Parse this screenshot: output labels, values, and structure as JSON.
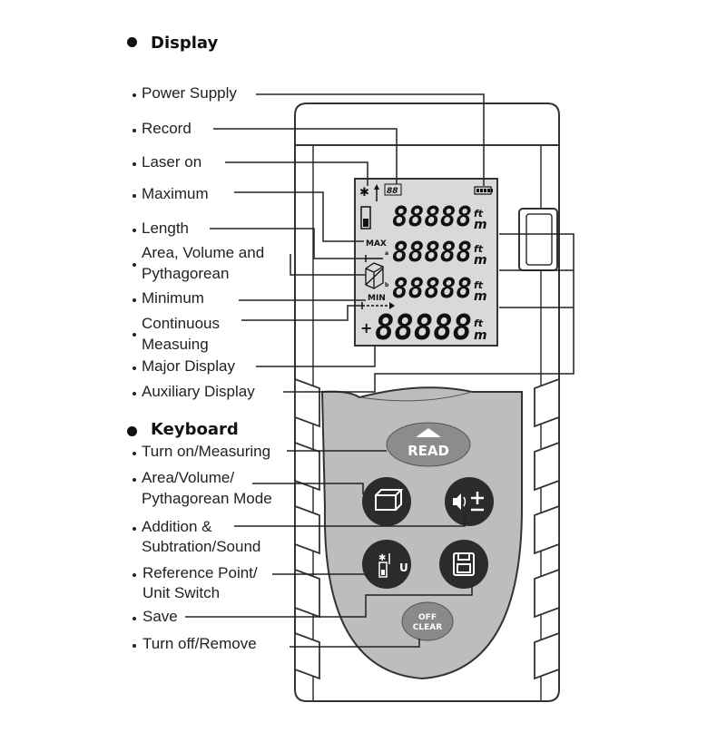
{
  "sections": {
    "display": "Display",
    "keyboard": "Keyboard"
  },
  "display_labels": [
    "Power Supply",
    "Record",
    "Laser on",
    "Maximum",
    "Length",
    "Area, Volume and",
    "Pythagorean",
    "Minimum",
    "Continuous",
    "Measuing",
    "Major Display",
    "Auxiliary Display"
  ],
  "keyboard_labels": [
    "Turn on/Measuring",
    "Area/Volume/",
    "Pythagorean Mode",
    "Addition &",
    "Subtration/Sound",
    "Reference Point/",
    "Unit Switch",
    "Save",
    "Turn off/Remove"
  ],
  "lcd": {
    "digits": "88888",
    "record": "88",
    "unit_ft": "ft",
    "unit_m": "m",
    "max": "MAX",
    "min": "MIN",
    "plus": "+",
    "sub_a": "a",
    "sub_b": "b"
  },
  "buttons": {
    "read": "READ",
    "off": "OFF",
    "clear": "CLEAR",
    "unit": "U"
  },
  "colors": {
    "lcd_bg": "#d9d9d9",
    "keypad_bg": "#bdbdbd",
    "button": "#2b2b2b",
    "read_button": "#8c8c8c",
    "off_button": "#8a8a8a"
  }
}
